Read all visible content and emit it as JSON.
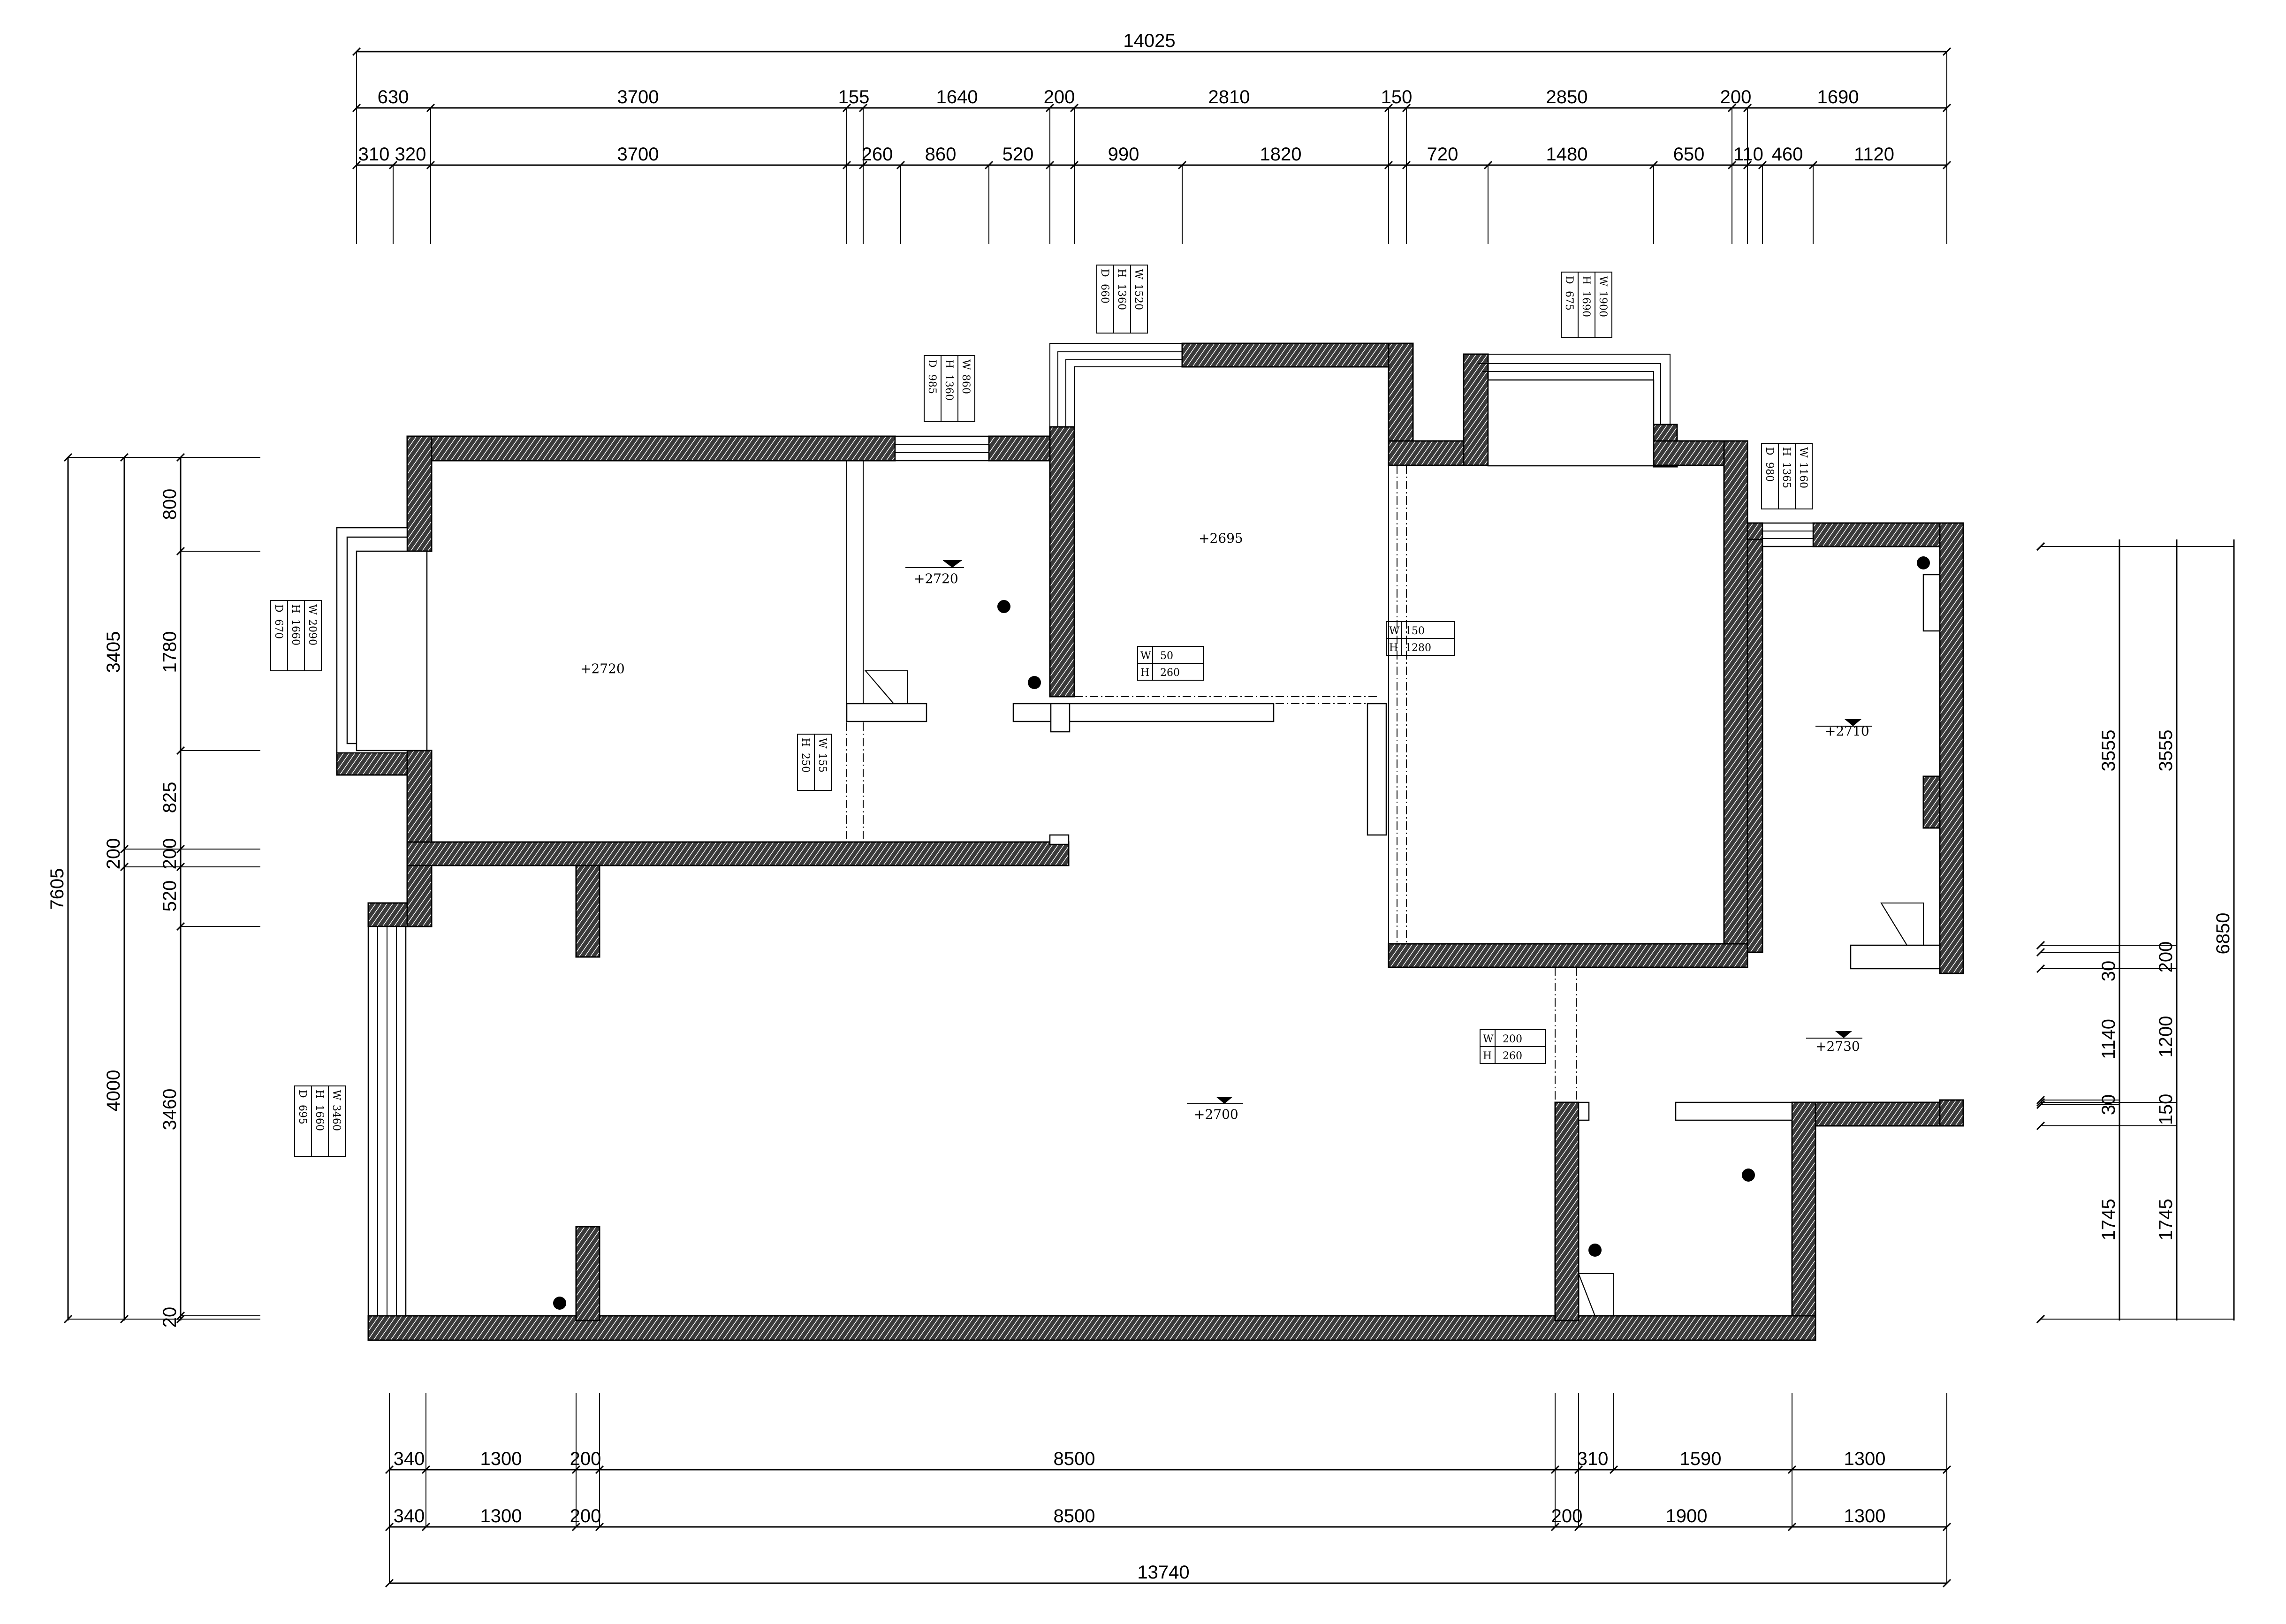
{
  "dims": {
    "top_total": "14025",
    "top_row1": [
      "630",
      "3700",
      "155",
      "1640",
      "200",
      "2810",
      "150",
      "2850",
      "200",
      "1690"
    ],
    "top_row2": [
      "310",
      "320",
      "3700",
      "260",
      "860",
      "520",
      "990",
      "1820",
      "720",
      "1480",
      "650",
      "110",
      "460",
      "1120"
    ],
    "bottom_row1": [
      "340",
      "1300",
      "200",
      "8500",
      "310",
      "1590",
      "1300"
    ],
    "bottom_row2": [
      "340",
      "1300",
      "200",
      "8500",
      "200",
      "1900",
      "1300"
    ],
    "bottom_total": "13740",
    "left_outer": "7605",
    "left_mid": [
      "3405",
      "200",
      "4000"
    ],
    "left_inner": [
      "800",
      "1780",
      "825",
      "200",
      "520",
      "3460",
      "20"
    ],
    "right_inner": [
      "3555",
      "30",
      "1140",
      "30",
      "1745"
    ],
    "right_mid": [
      "3555",
      "200",
      "1200",
      "150",
      "1745"
    ],
    "right_outer": "6850"
  },
  "levels": [
    "+2720",
    "+2720",
    "+2695",
    "+2710",
    "+2730",
    "+2700"
  ],
  "tags": [
    {
      "label_w": "W",
      "w": "860",
      "label_h": "H",
      "h": "1360",
      "label_d": "D",
      "d": "985"
    },
    {
      "label_w": "W",
      "w": "1520",
      "label_h": "H",
      "h": "1360",
      "label_d": "D",
      "d": "660"
    },
    {
      "label_w": "W",
      "w": "1900",
      "label_h": "H",
      "h": "1690",
      "label_d": "D",
      "d": "675"
    },
    {
      "label_w": "W",
      "w": "1160",
      "label_h": "H",
      "h": "1365",
      "label_d": "D",
      "d": "980"
    },
    {
      "label_w": "W",
      "w": "2090",
      "label_h": "H",
      "h": "1660",
      "label_d": "D",
      "d": "670"
    },
    {
      "label_w": "W",
      "w": "3460",
      "label_h": "H",
      "h": "1660",
      "label_d": "D",
      "d": "695"
    },
    {
      "label_w": "W",
      "w": "155",
      "label_h": "H",
      "h": "250"
    }
  ],
  "openings": [
    {
      "label_w": "W",
      "w": "50",
      "label_h": "H",
      "h": "260"
    },
    {
      "label_w": "W",
      "w": "150",
      "label_h": "H",
      "h": "1280"
    },
    {
      "label_w": "W",
      "w": "200",
      "label_h": "H",
      "h": "260"
    }
  ]
}
